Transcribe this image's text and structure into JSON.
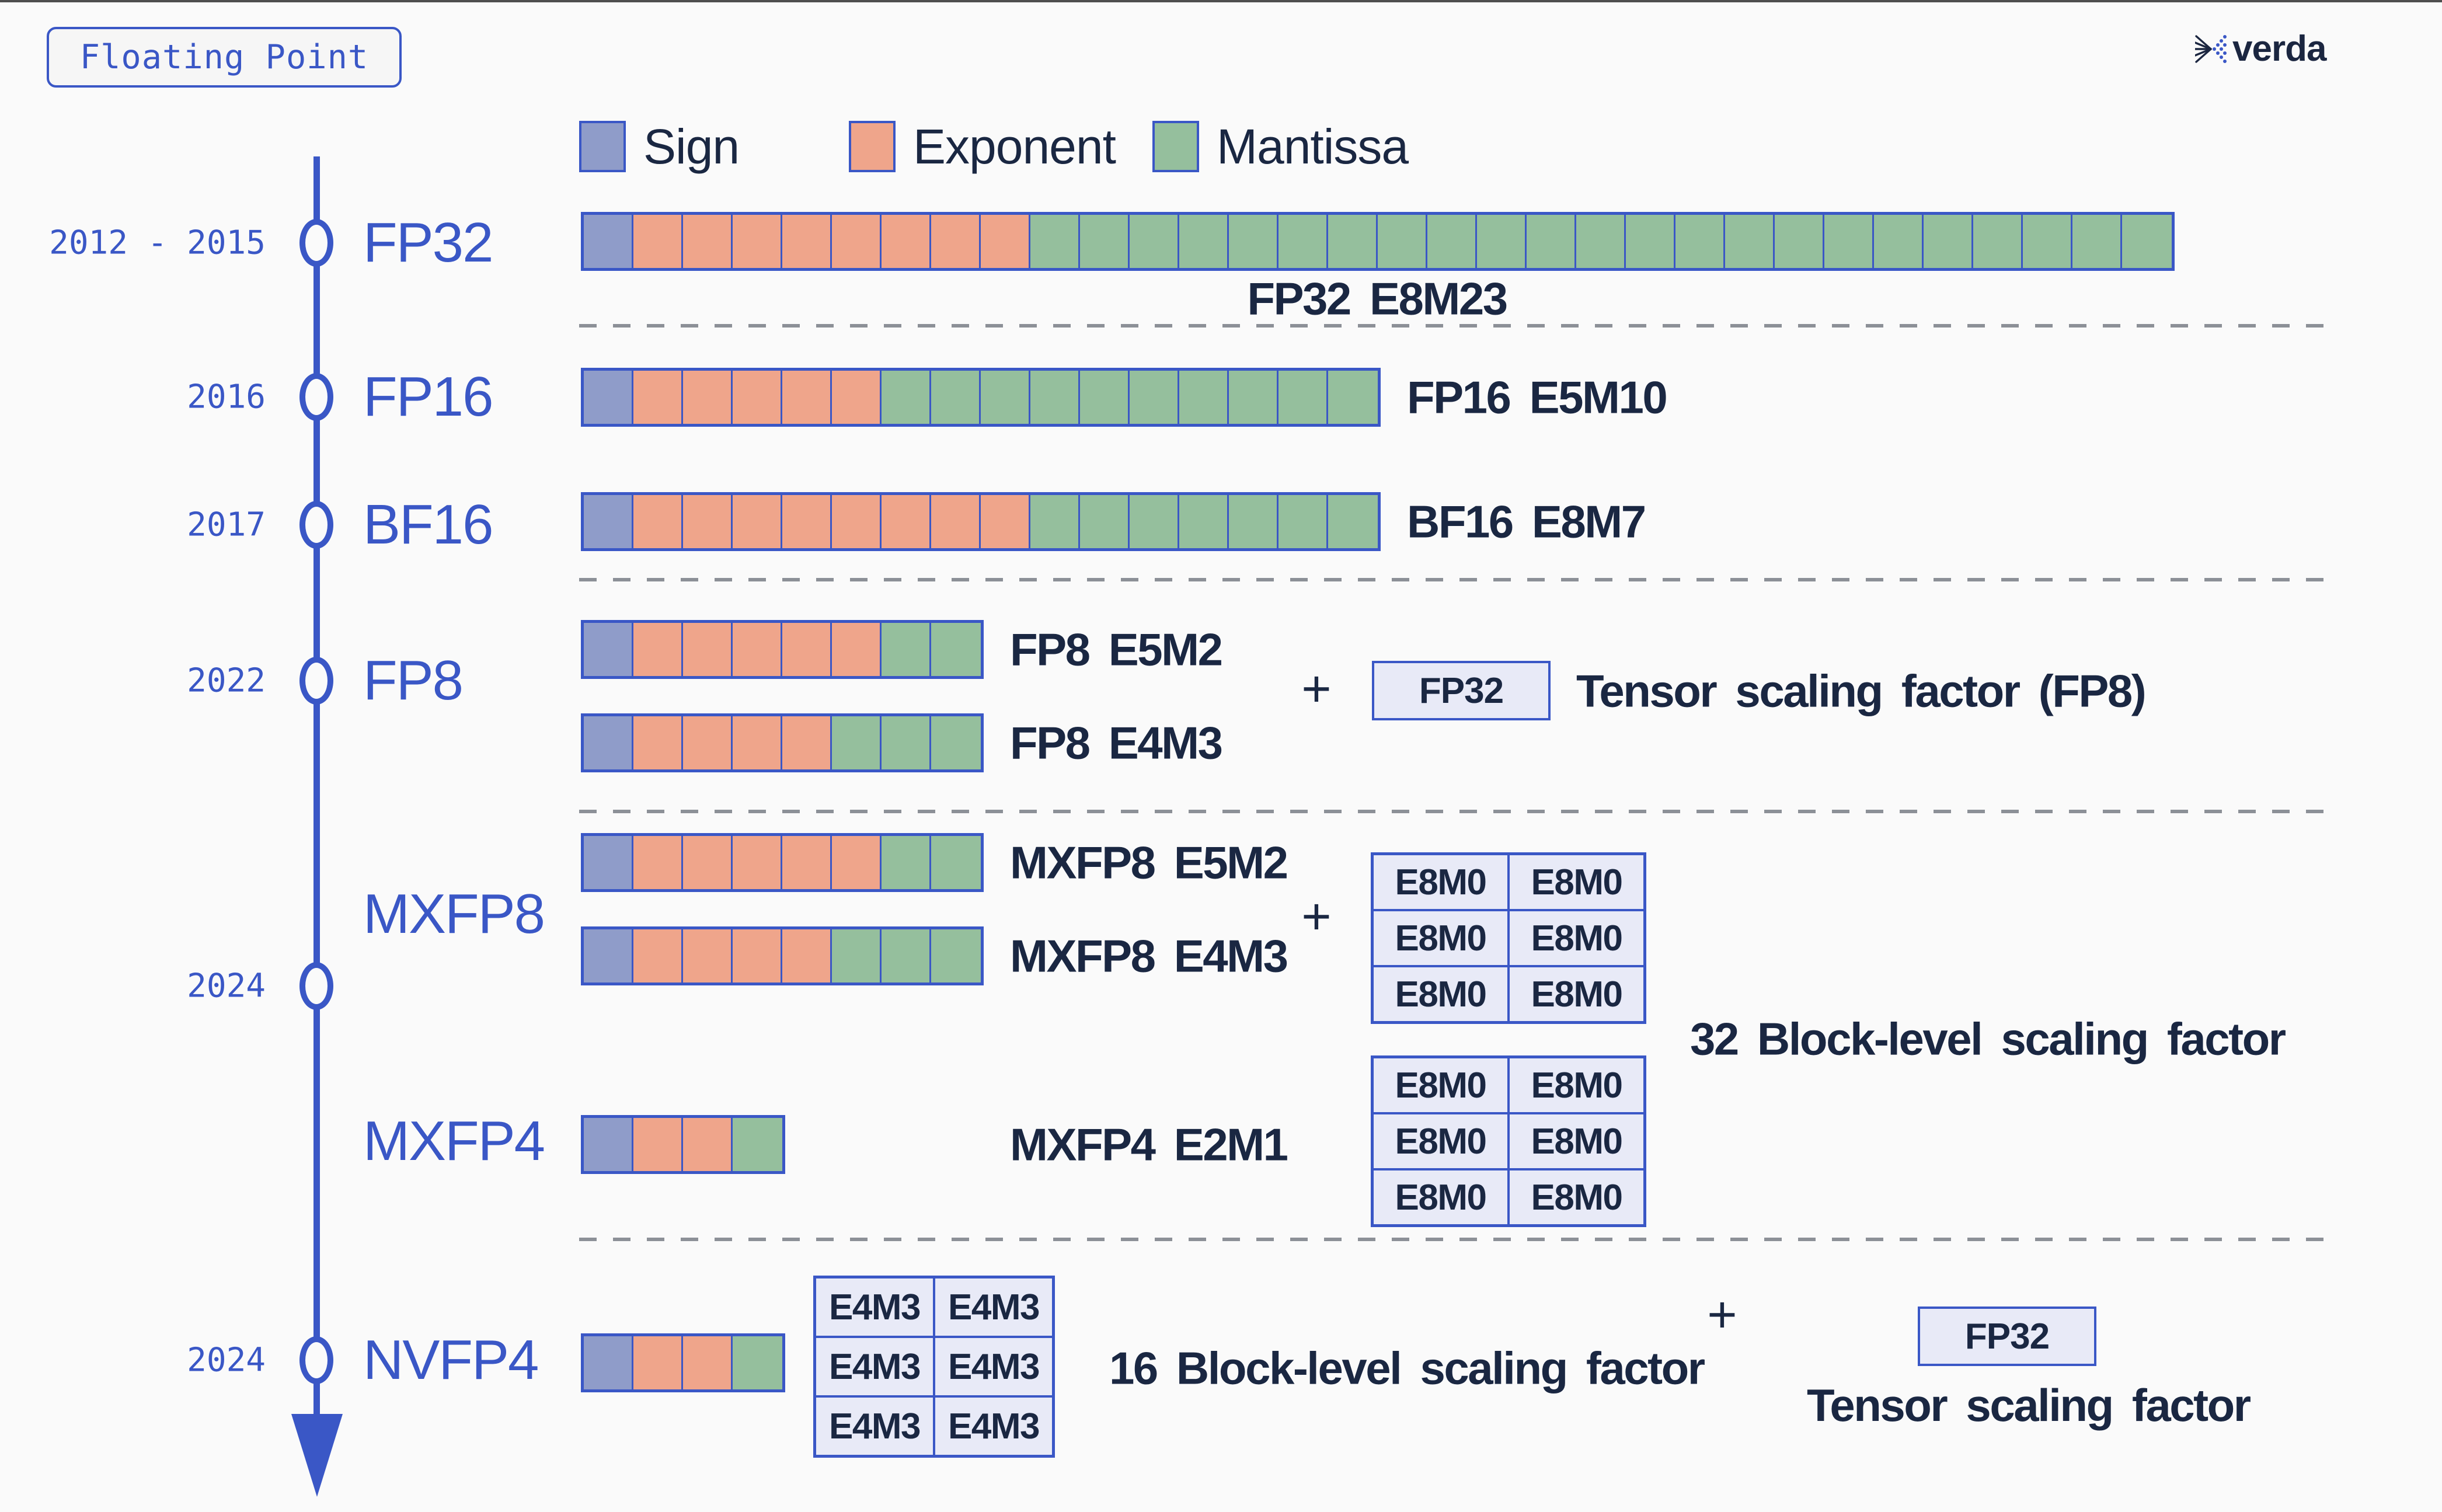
{
  "header": {
    "badge": "Floating Point",
    "brand": "verda"
  },
  "colors": {
    "accent": "#3a57c6",
    "navy": "#1a2742",
    "brand_navy": "#1b2640",
    "sign": "#8f9cc9",
    "exponent": "#efa58b",
    "mantissa": "#95bf9d",
    "box_fill": "#e8eaf7",
    "dash": "#8c9097",
    "bg": "#fafafa"
  },
  "legend": {
    "items": [
      {
        "label": "Sign"
      },
      {
        "label": "Exponent"
      },
      {
        "label": "Mantissa"
      }
    ]
  },
  "timeline": {
    "entries": [
      {
        "year": "2012 - 2015",
        "format": "FP32"
      },
      {
        "year": "2016",
        "format": "FP16"
      },
      {
        "year": "2017",
        "format": "BF16"
      },
      {
        "year": "2022",
        "format": "FP8"
      },
      {
        "year": "",
        "format": "MXFP8"
      },
      {
        "year": "2024",
        "format": ""
      },
      {
        "year": "",
        "format": "MXFP4"
      },
      {
        "year": "2024",
        "format": "NVFP4"
      }
    ]
  },
  "bars": [
    {
      "id": "fp32",
      "sign": 1,
      "exponent": 8,
      "mantissa": 23,
      "caption": "FP32 E8M23"
    },
    {
      "id": "fp16",
      "sign": 1,
      "exponent": 5,
      "mantissa": 10,
      "caption": "FP16 E5M10"
    },
    {
      "id": "bf16",
      "sign": 1,
      "exponent": 8,
      "mantissa": 7,
      "caption": "BF16 E8M7"
    },
    {
      "id": "fp8-e5m2",
      "sign": 1,
      "exponent": 5,
      "mantissa": 2,
      "caption": "FP8 E5M2"
    },
    {
      "id": "fp8-e4m3",
      "sign": 1,
      "exponent": 4,
      "mantissa": 3,
      "caption": "FP8 E4M3"
    },
    {
      "id": "mxfp8-e5m2",
      "sign": 1,
      "exponent": 5,
      "mantissa": 2,
      "caption": "MXFP8 E5M2"
    },
    {
      "id": "mxfp8-e4m3",
      "sign": 1,
      "exponent": 4,
      "mantissa": 3,
      "caption": "MXFP8 E4M3"
    },
    {
      "id": "mxfp4-e2m1",
      "sign": 1,
      "exponent": 2,
      "mantissa": 1,
      "caption": "MXFP4 E2M1"
    },
    {
      "id": "nvfp4-e2m1",
      "sign": 1,
      "exponent": 2,
      "mantissa": 1
    }
  ],
  "scale_grids": [
    {
      "id": "mxfp8-grid",
      "cell_label": "E8M0",
      "columns": 2,
      "rows": 3
    },
    {
      "id": "mxfp4-grid",
      "cell_label": "E8M0",
      "columns": 2,
      "rows": 3
    },
    {
      "id": "nvfp4-grid",
      "cell_label": "E4M3",
      "columns": 2,
      "rows": 3
    }
  ],
  "annotations": {
    "fp8_plus": "+",
    "fp8_scale_box": "FP32",
    "fp8_scale_label": "Tensor scaling factor (FP8)",
    "mx_plus": "+",
    "mx_block_label": "32 Block-level scaling factor",
    "nv_block_label": "16 Block-level scaling factor",
    "nv_plus": "+",
    "nv_scale_box": "FP32",
    "nv_scale_label": "Tensor scaling factor"
  }
}
